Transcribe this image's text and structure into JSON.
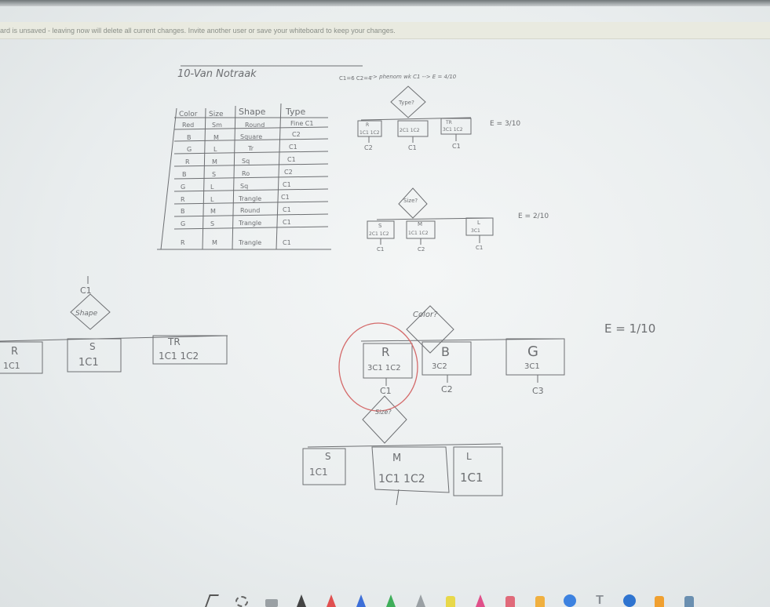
{
  "banner": {
    "message": "ard is unsaved - leaving now will delete all current changes. Invite another user or save your whiteboard to keep your changes."
  },
  "whiteboard": {
    "title": "10-Van Notraak",
    "notes": {
      "counts": "C1=6  C2=4",
      "phenomenon": "--> phenom wk C1 --> E = 4/10"
    },
    "table": {
      "headers": [
        "Color",
        "Size",
        "Shape",
        "Type"
      ],
      "rows": [
        [
          "Red",
          "Sm",
          "Round",
          "Fine C1"
        ],
        [
          "B",
          "M",
          "Square",
          "C2"
        ],
        [
          "G",
          "L",
          "Tr",
          "C1"
        ],
        [
          "R",
          "M",
          "Sq",
          "C1"
        ],
        [
          "B",
          "S",
          "Ro",
          "C2"
        ],
        [
          "G",
          "L",
          "Sq",
          "C1"
        ],
        [
          "R",
          "L",
          "Trangle",
          "C1"
        ],
        [
          "B",
          "M",
          "Round",
          "C1"
        ],
        [
          "G",
          "S",
          "Trangle",
          "C1"
        ],
        [
          "R",
          "M",
          "Trangle",
          "C1"
        ]
      ]
    },
    "tree_type": {
      "node": "Type?",
      "branches": [
        {
          "top": "R",
          "contents": "1C1 1C2",
          "result": "C2"
        },
        {
          "top": "",
          "contents": "2C1 1C2",
          "result": "C1"
        },
        {
          "top": "TR",
          "contents": "3C1 1C2",
          "result": "C1"
        }
      ],
      "error": "E = 3/10"
    },
    "tree_size": {
      "node": "Size?",
      "branches": [
        {
          "top": "S",
          "contents": "2C1 1C2",
          "result": "C1"
        },
        {
          "top": "M",
          "contents": "1C1 1C2",
          "result": "C2"
        },
        {
          "top": "L",
          "contents": "3C1",
          "result": "C1"
        }
      ],
      "error": "E = 2/10"
    },
    "tree_shape": {
      "label": "C1",
      "node": "Shape",
      "branches": [
        {
          "top": "R",
          "contents": "1C1"
        },
        {
          "top": "S",
          "contents": "1C1"
        },
        {
          "top": "TR",
          "contents": "1C1 1C2"
        }
      ]
    },
    "tree_color": {
      "node": "Color?",
      "branches": [
        {
          "top": "R",
          "contents": "3C1 1C2",
          "result": "C1"
        },
        {
          "top": "B",
          "contents": "3C2",
          "result": "C2"
        },
        {
          "top": "G",
          "contents": "3C1",
          "result": "C3"
        }
      ],
      "error": "E = 1/10"
    },
    "subtree": {
      "node": "Size?",
      "branches": [
        {
          "top": "S",
          "contents": "1C1"
        },
        {
          "top": "M",
          "contents": "1C1 1C2"
        },
        {
          "top": "L",
          "contents": "1C1"
        }
      ]
    }
  },
  "colors": {
    "ink": "#6d6f72",
    "red_ink": "#d46a6a",
    "banner_bg": "#e9eae0"
  },
  "toolbar": {
    "tools": [
      {
        "name": "pointer-icon",
        "color": "#555555"
      },
      {
        "name": "lasso-icon",
        "color": "#666666"
      },
      {
        "name": "eraser-icon",
        "color": "#9aa0a4"
      },
      {
        "name": "pen-black-icon",
        "color": "#444444"
      },
      {
        "name": "pen-red-icon",
        "color": "#e05050"
      },
      {
        "name": "pen-blue-icon",
        "color": "#3d6fd8"
      },
      {
        "name": "pen-green-icon",
        "color": "#3fae5a"
      },
      {
        "name": "pen-gray-icon",
        "color": "#9aa0a4"
      },
      {
        "name": "highlighter-yellow-icon",
        "color": "#e8d84a"
      },
      {
        "name": "pen-pink-icon",
        "color": "#e0508a"
      },
      {
        "name": "highlighter-red-icon",
        "color": "#e06a7a"
      },
      {
        "name": "highlighter-orange-icon",
        "color": "#f0b040"
      },
      {
        "name": "shape-blue-icon",
        "color": "#3d82e0"
      },
      {
        "name": "text-icon",
        "color": "#8a8f95"
      },
      {
        "name": "shape-multi-icon",
        "color": "#2f74d0"
      },
      {
        "name": "stamp-icon",
        "color": "#f0a030"
      },
      {
        "name": "image-icon",
        "color": "#6a8fb0"
      }
    ],
    "text_glyph": "T"
  }
}
